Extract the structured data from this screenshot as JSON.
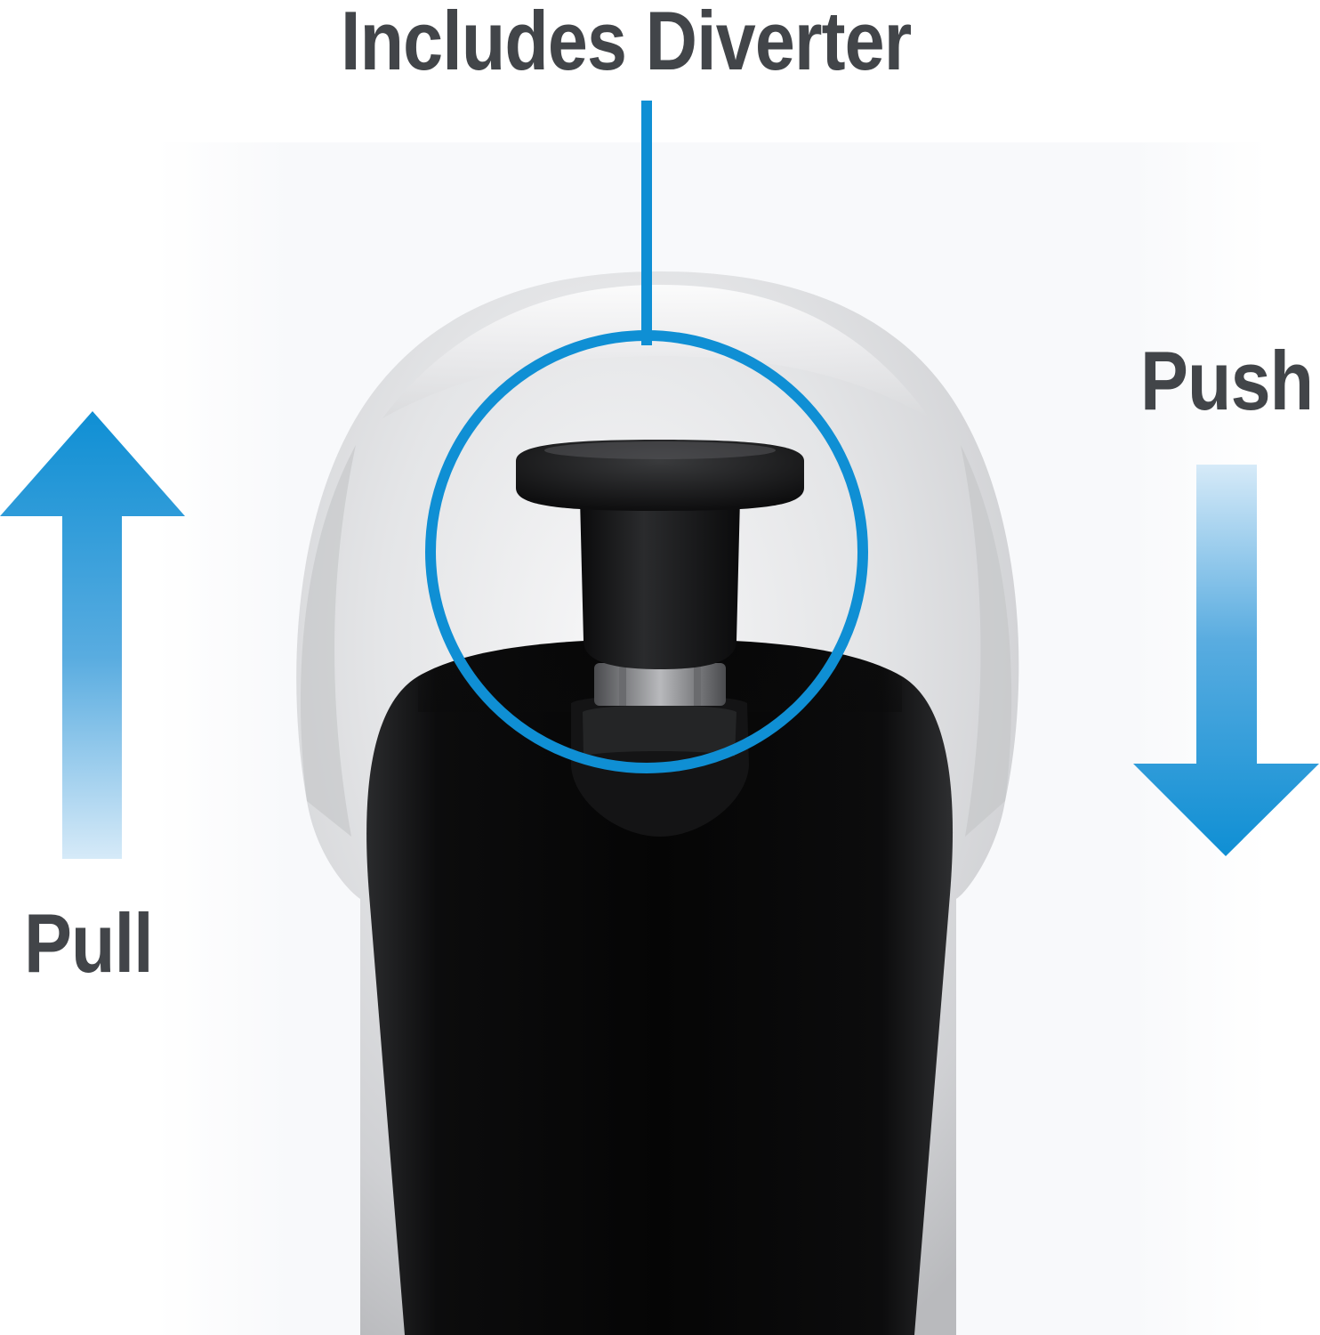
{
  "title": "Includes Diverter",
  "labels": {
    "push": "Push",
    "pull": "Pull"
  },
  "colors": {
    "text": "#424549",
    "accent_blue": "#0f8fd4",
    "spout_dark": "#0a0a0b",
    "chrome_light": "#e6e7e9"
  },
  "icons": {
    "up_arrow": "arrow-up-icon",
    "down_arrow": "arrow-down-icon"
  }
}
